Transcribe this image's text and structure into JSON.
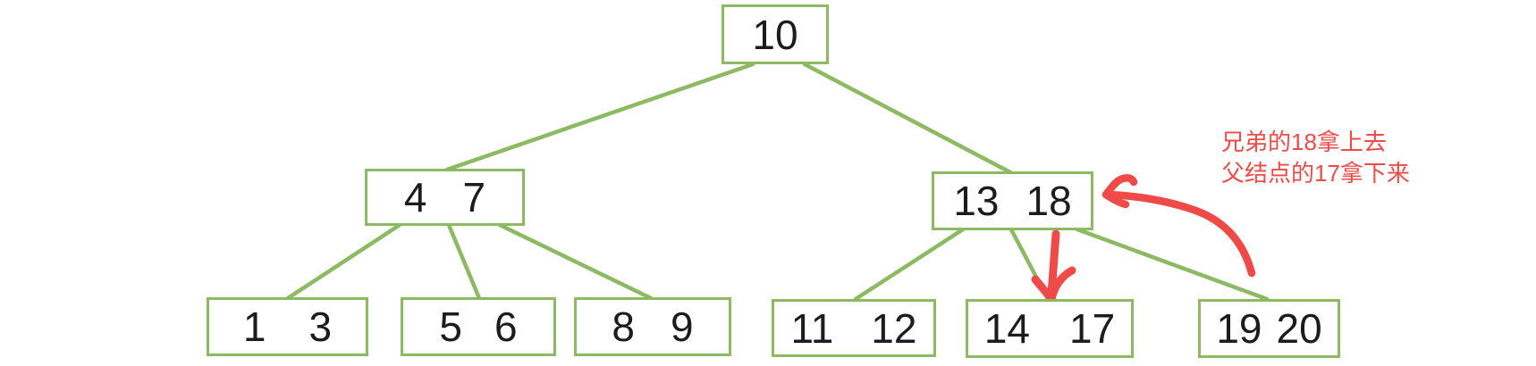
{
  "nodes": {
    "root": {
      "keys": [
        "10"
      ]
    },
    "internal_left": {
      "keys": [
        "4",
        "7"
      ]
    },
    "internal_right": {
      "keys": [
        "13",
        "18"
      ]
    },
    "leaf1": {
      "keys": [
        "1",
        "3"
      ]
    },
    "leaf2": {
      "keys": [
        "5",
        "6"
      ]
    },
    "leaf3": {
      "keys": [
        "8",
        "9"
      ]
    },
    "leaf4": {
      "keys": [
        "11",
        "12"
      ]
    },
    "leaf5": {
      "keys": [
        "14",
        "17"
      ]
    },
    "leaf6": {
      "keys": [
        "19",
        "20"
      ]
    }
  },
  "annotation": {
    "line1": "兄弟的18拿上去",
    "line2": "父结点的17拿下来"
  },
  "colors": {
    "tree-green": "#8cba62",
    "annotation-red": "#ee4b48",
    "key-text": "#1c1c1c",
    "background": "#ffffff"
  }
}
